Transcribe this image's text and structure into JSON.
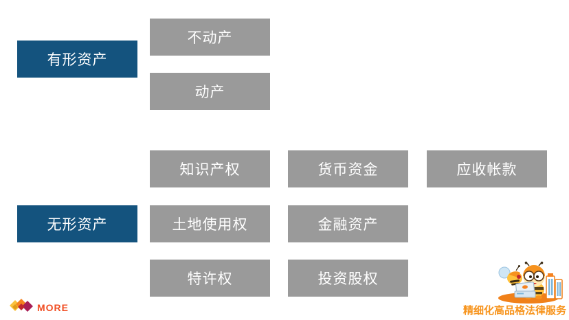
{
  "slide": {
    "groups": [
      {
        "category": "有形资产",
        "items": [
          "不动产",
          "动产"
        ]
      },
      {
        "category": "无形资产",
        "items": [
          "知识产权",
          "货币资金",
          "应收帐款",
          "土地使用权",
          "金融资产",
          "特许权",
          "投资股权"
        ]
      }
    ]
  },
  "footer": {
    "brand": "MORE",
    "slogan": "精细化高品格法律服务"
  },
  "colors": {
    "category_box": "#14537E",
    "item_box": "#9A9A9A",
    "box_text": "#FFFFFF",
    "brand_text": "#F04E23",
    "slogan_text": "#F7941D",
    "logo_yellow": "#F9C13E",
    "logo_orange": "#F58220",
    "logo_crimson": "#A81E56",
    "mascot_ground": "#F08019"
  }
}
